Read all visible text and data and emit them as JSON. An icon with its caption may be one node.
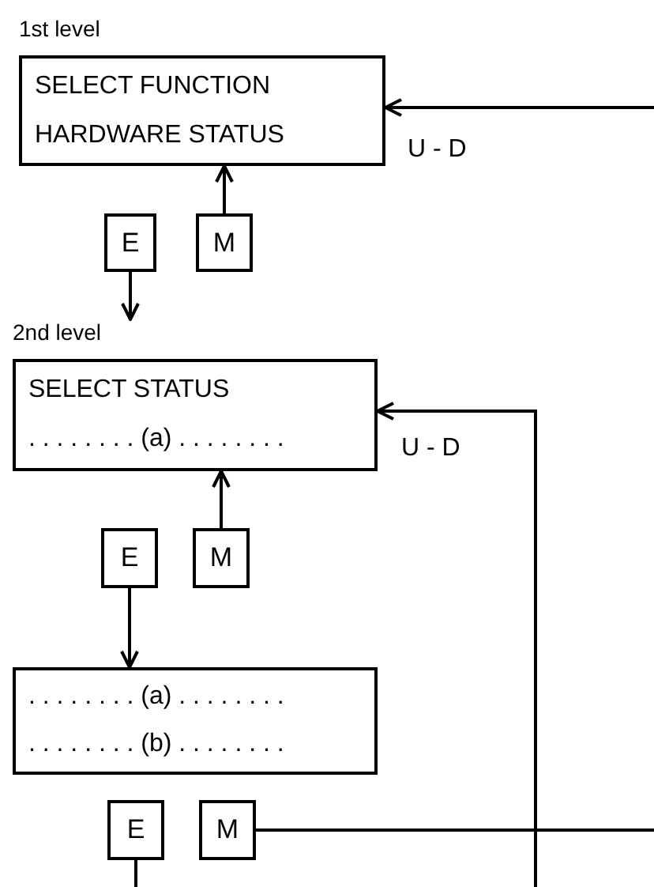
{
  "diagram": {
    "nodes": [
      {
        "text": [
          "1st level",
          "SELECT FUNCTION",
          "HARDWARE STATUS"
        ]
      },
      {
        "text": [
          "E"
        ]
      },
      {
        "text": [
          "M"
        ]
      },
      {
        "text": [
          "2nd level",
          "SELECT STATUS",
          ". . . . . . . . (a) . . . . . . . ."
        ]
      },
      {
        "text": [
          "E"
        ]
      },
      {
        "text": [
          "M"
        ]
      },
      {
        "text": [
          ". . . . . . . . (a) . . . . . . . .",
          ". . . . . . . . (b) . . . . . . . ."
        ]
      },
      {
        "text": [
          "E"
        ]
      },
      {
        "text": [
          "M"
        ]
      }
    ],
    "edges": [
      {
        "from": 1,
        "to": 3,
        "arrow": "to"
      },
      {
        "from": 2,
        "to": 0,
        "arrow": "to"
      },
      {
        "from": 4,
        "to": 6,
        "arrow": "to"
      },
      {
        "from": 5,
        "to": 3,
        "arrow": "to"
      },
      {
        "from": 7,
        "to": null,
        "arrow": "none"
      },
      {
        "from": 8,
        "to": null,
        "arrow": "none"
      },
      {
        "from": null,
        "to": 0,
        "arrow": "to",
        "label": "U - D"
      },
      {
        "from": null,
        "to": 3,
        "arrow": "to",
        "label": "U - D"
      }
    ]
  }
}
